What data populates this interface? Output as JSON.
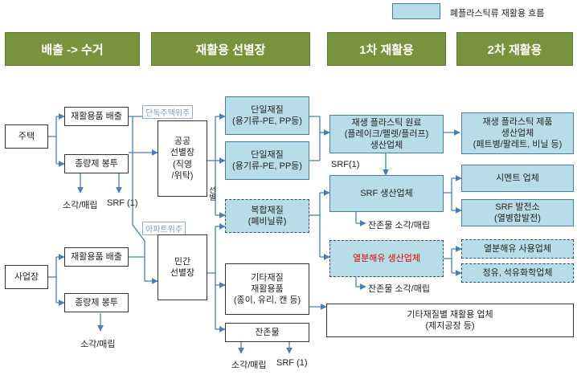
{
  "legend": {
    "label": "폐플라스틱류 재활용 흐름",
    "color": "#b7dee8"
  },
  "headers": {
    "col1": "배출 -> 수거",
    "col2": "재활용 선별장",
    "col3": "1차 재활용",
    "col4": "2차 재활용"
  },
  "sources": {
    "house": "주택",
    "business": "사업장"
  },
  "col1": {
    "recycle_discharge_1": "재활용품 배출",
    "volume_bag_1": "종량제 봉투",
    "incin_1": "소각/매립",
    "srf_1": "SRF (1)",
    "recycle_discharge_2": "재활용품 배출",
    "volume_bag_2": "종량제 봉투",
    "incin_2": "소각/매립"
  },
  "tags": {
    "detached": "단독주택위주",
    "apartment": "아파트위주"
  },
  "col2": {
    "public_sort": [
      "공공",
      "선별장",
      "(직영",
      "/위탁)"
    ],
    "private_sort": [
      "민간",
      "선별장"
    ],
    "sort_label": "선별"
  },
  "col2b": {
    "single1": [
      "단일재질",
      "(용기류-PE, PP등)"
    ],
    "single2": [
      "단일재질",
      "(용기류-PE, PP등)"
    ],
    "composite": [
      "복합재질",
      "(폐비닐류)"
    ],
    "other": [
      "기타재질",
      "재활용품",
      "(종이, 유리, 캔 등)"
    ],
    "residue": "잔존물",
    "residue_incin": "소각/매립",
    "residue_srf": "SRF (1)"
  },
  "col3": {
    "recycled_raw": [
      "재생 플라스틱 원료",
      "(플레이크/펠렛/플러프)",
      "생산업체"
    ],
    "srf_note": "SRF(1)",
    "srf_producer": "SRF 생산업체",
    "srf_residue": "잔존물 소각/매립",
    "pyrolysis": "열분해유 생산업체",
    "pyro_residue": "잔존물 소각/매립",
    "other_recycler": [
      "기타재질별 재활용 업체",
      "(제지공장 등)"
    ]
  },
  "col4": {
    "recycled_product": [
      "재생 플라스틱 제품",
      "생산업체",
      "(페트병/팔레트, 비닐 등)"
    ],
    "cement": "시멘트 업체",
    "srf_plant": [
      "SRF 발전소",
      "(열병합발전)"
    ],
    "pyro_user": "열분해유 사용업체",
    "refinery": "정유, 석유화학업체"
  }
}
